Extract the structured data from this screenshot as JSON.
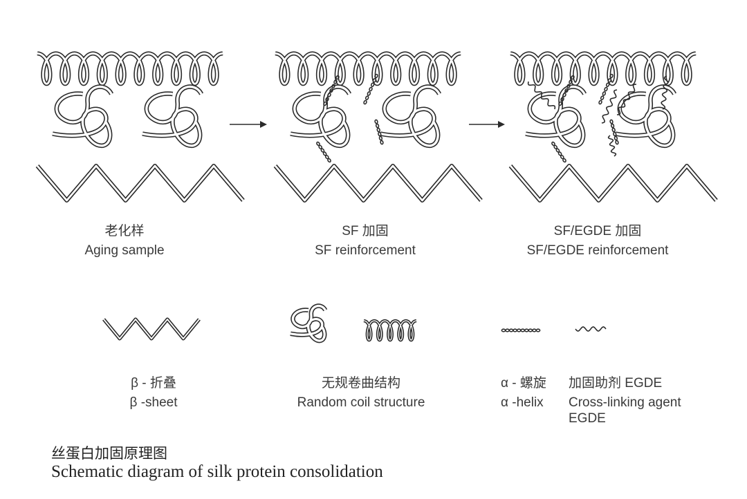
{
  "stages": [
    {
      "label_zh": "老化样",
      "label_en": "Aging sample"
    },
    {
      "label_zh": "SF 加固",
      "label_en": "SF reinforcement"
    },
    {
      "label_zh": "SF/EGDE 加固",
      "label_en": "SF/EGDE reinforcement"
    }
  ],
  "legend": {
    "beta_sheet": {
      "zh": "β - 折叠",
      "en": "β -sheet"
    },
    "random_coil": {
      "zh": "无规卷曲结构",
      "en": "Random coil structure"
    },
    "alpha_helix": {
      "zh": "α - 螺旋",
      "en": "α -helix"
    },
    "crosslinker": {
      "zh": "加固助剂 EGDE",
      "en1": "Cross-linking agent",
      "en2": "EGDE"
    }
  },
  "caption": {
    "zh": "丝蛋白加固原理图",
    "en": "Schematic diagram of silk protein consolidation"
  },
  "colors": {
    "line": "#2b2b2b",
    "fill": "#ffffff",
    "text": "#3a3a3a"
  }
}
